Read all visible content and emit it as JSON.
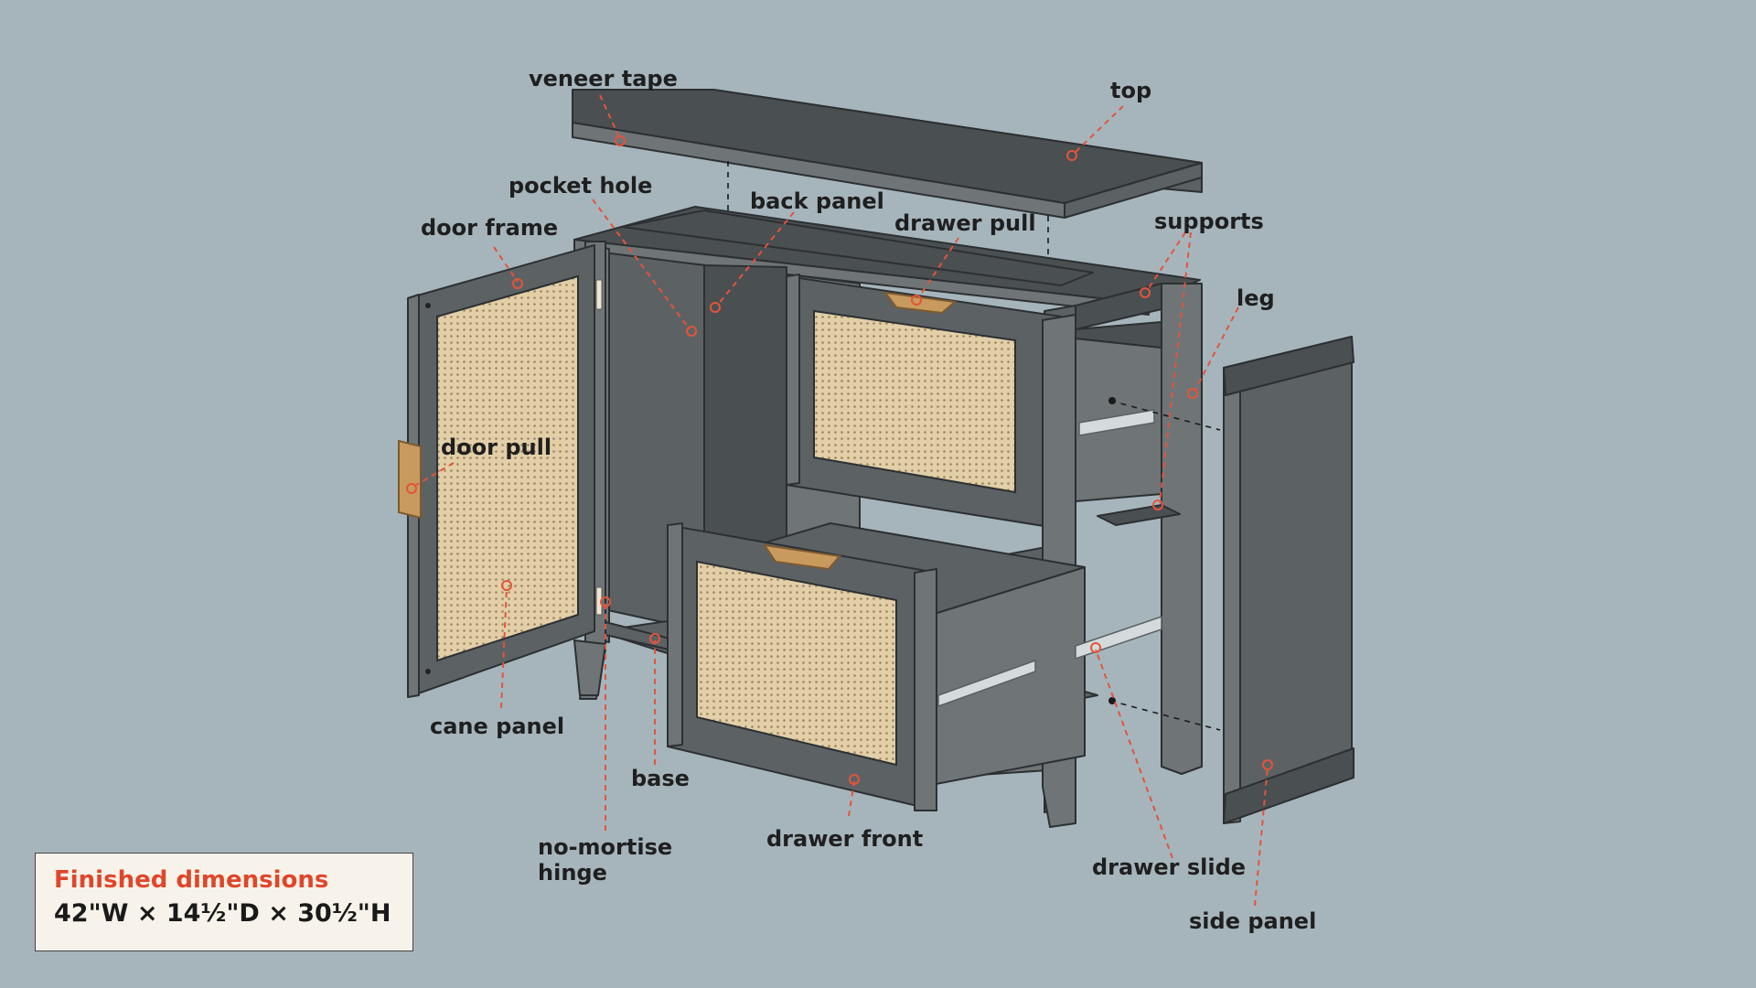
{
  "labels": {
    "veneer_tape": "veneer tape",
    "top": "top",
    "pocket_hole": "pocket hole",
    "back_panel": "back panel",
    "drawer_pull": "drawer pull",
    "supports": "supports",
    "door_frame": "door frame",
    "leg": "leg",
    "door_pull": "door pull",
    "cane_panel": "cane panel",
    "base": "base",
    "no_mortise_hinge_line1": "no-mortise",
    "no_mortise_hinge_line2": "hinge",
    "drawer_front": "drawer front",
    "drawer_slide": "drawer slide",
    "side_panel": "side panel"
  },
  "dimensions": {
    "title": "Finished dimensions",
    "value": "42\"W × 14½\"D × 30½\"H"
  },
  "colors": {
    "background": "#a6b5bc",
    "leader": "#e3543a",
    "cabinet": "#4a4f51",
    "cane": "#e2cfa8",
    "wood": "#c99a5e",
    "dims_title": "#e0462a"
  }
}
